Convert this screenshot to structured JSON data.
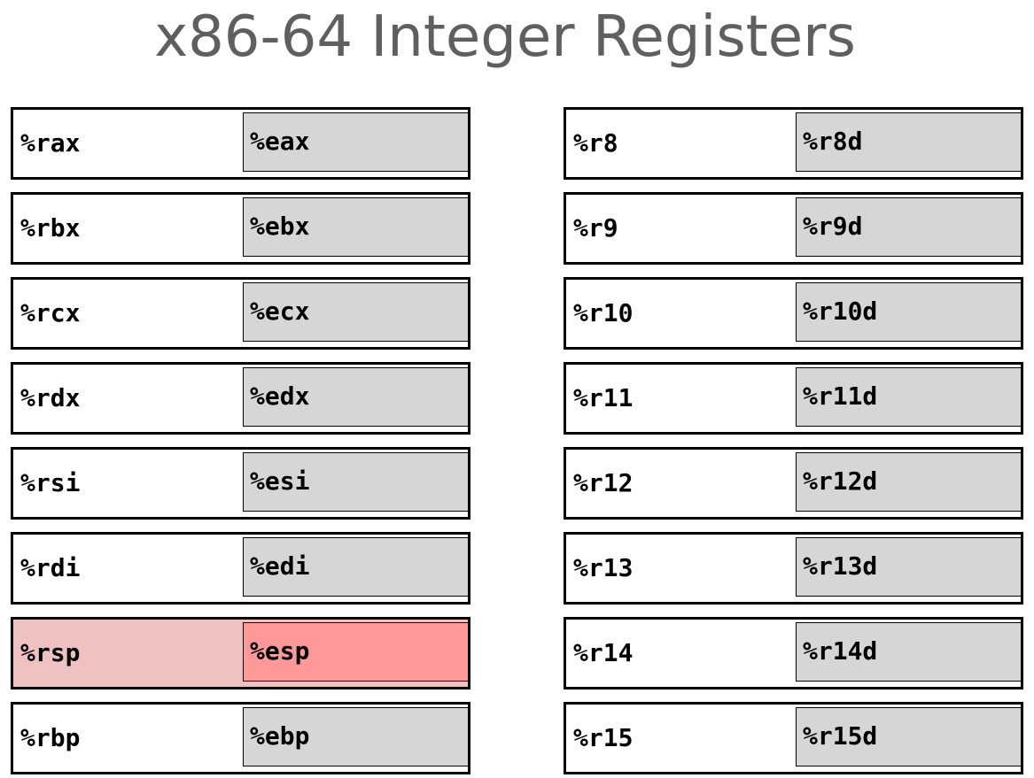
{
  "title": "x86-64 Integer Registers",
  "colors": {
    "title_text": "#5f5f5f",
    "sub_register_fill": "#d6d6d6",
    "highlight_outer": "#efc1c1",
    "highlight_inner": "#ff9999",
    "border": "#000000"
  },
  "left_column": [
    {
      "reg64": "%rax",
      "reg32": "%eax",
      "highlighted": false
    },
    {
      "reg64": "%rbx",
      "reg32": "%ebx",
      "highlighted": false
    },
    {
      "reg64": "%rcx",
      "reg32": "%ecx",
      "highlighted": false
    },
    {
      "reg64": "%rdx",
      "reg32": "%edx",
      "highlighted": false
    },
    {
      "reg64": "%rsi",
      "reg32": "%esi",
      "highlighted": false
    },
    {
      "reg64": "%rdi",
      "reg32": "%edi",
      "highlighted": false
    },
    {
      "reg64": "%rsp",
      "reg32": "%esp",
      "highlighted": true
    },
    {
      "reg64": "%rbp",
      "reg32": "%ebp",
      "highlighted": false
    }
  ],
  "right_column": [
    {
      "reg64": "%r8",
      "reg32": "%r8d",
      "highlighted": false
    },
    {
      "reg64": "%r9",
      "reg32": "%r9d",
      "highlighted": false
    },
    {
      "reg64": "%r10",
      "reg32": "%r10d",
      "highlighted": false
    },
    {
      "reg64": "%r11",
      "reg32": "%r11d",
      "highlighted": false
    },
    {
      "reg64": "%r12",
      "reg32": "%r12d",
      "highlighted": false
    },
    {
      "reg64": "%r13",
      "reg32": "%r13d",
      "highlighted": false
    },
    {
      "reg64": "%r14",
      "reg32": "%r14d",
      "highlighted": false
    },
    {
      "reg64": "%r15",
      "reg32": "%r15d",
      "highlighted": false
    }
  ]
}
